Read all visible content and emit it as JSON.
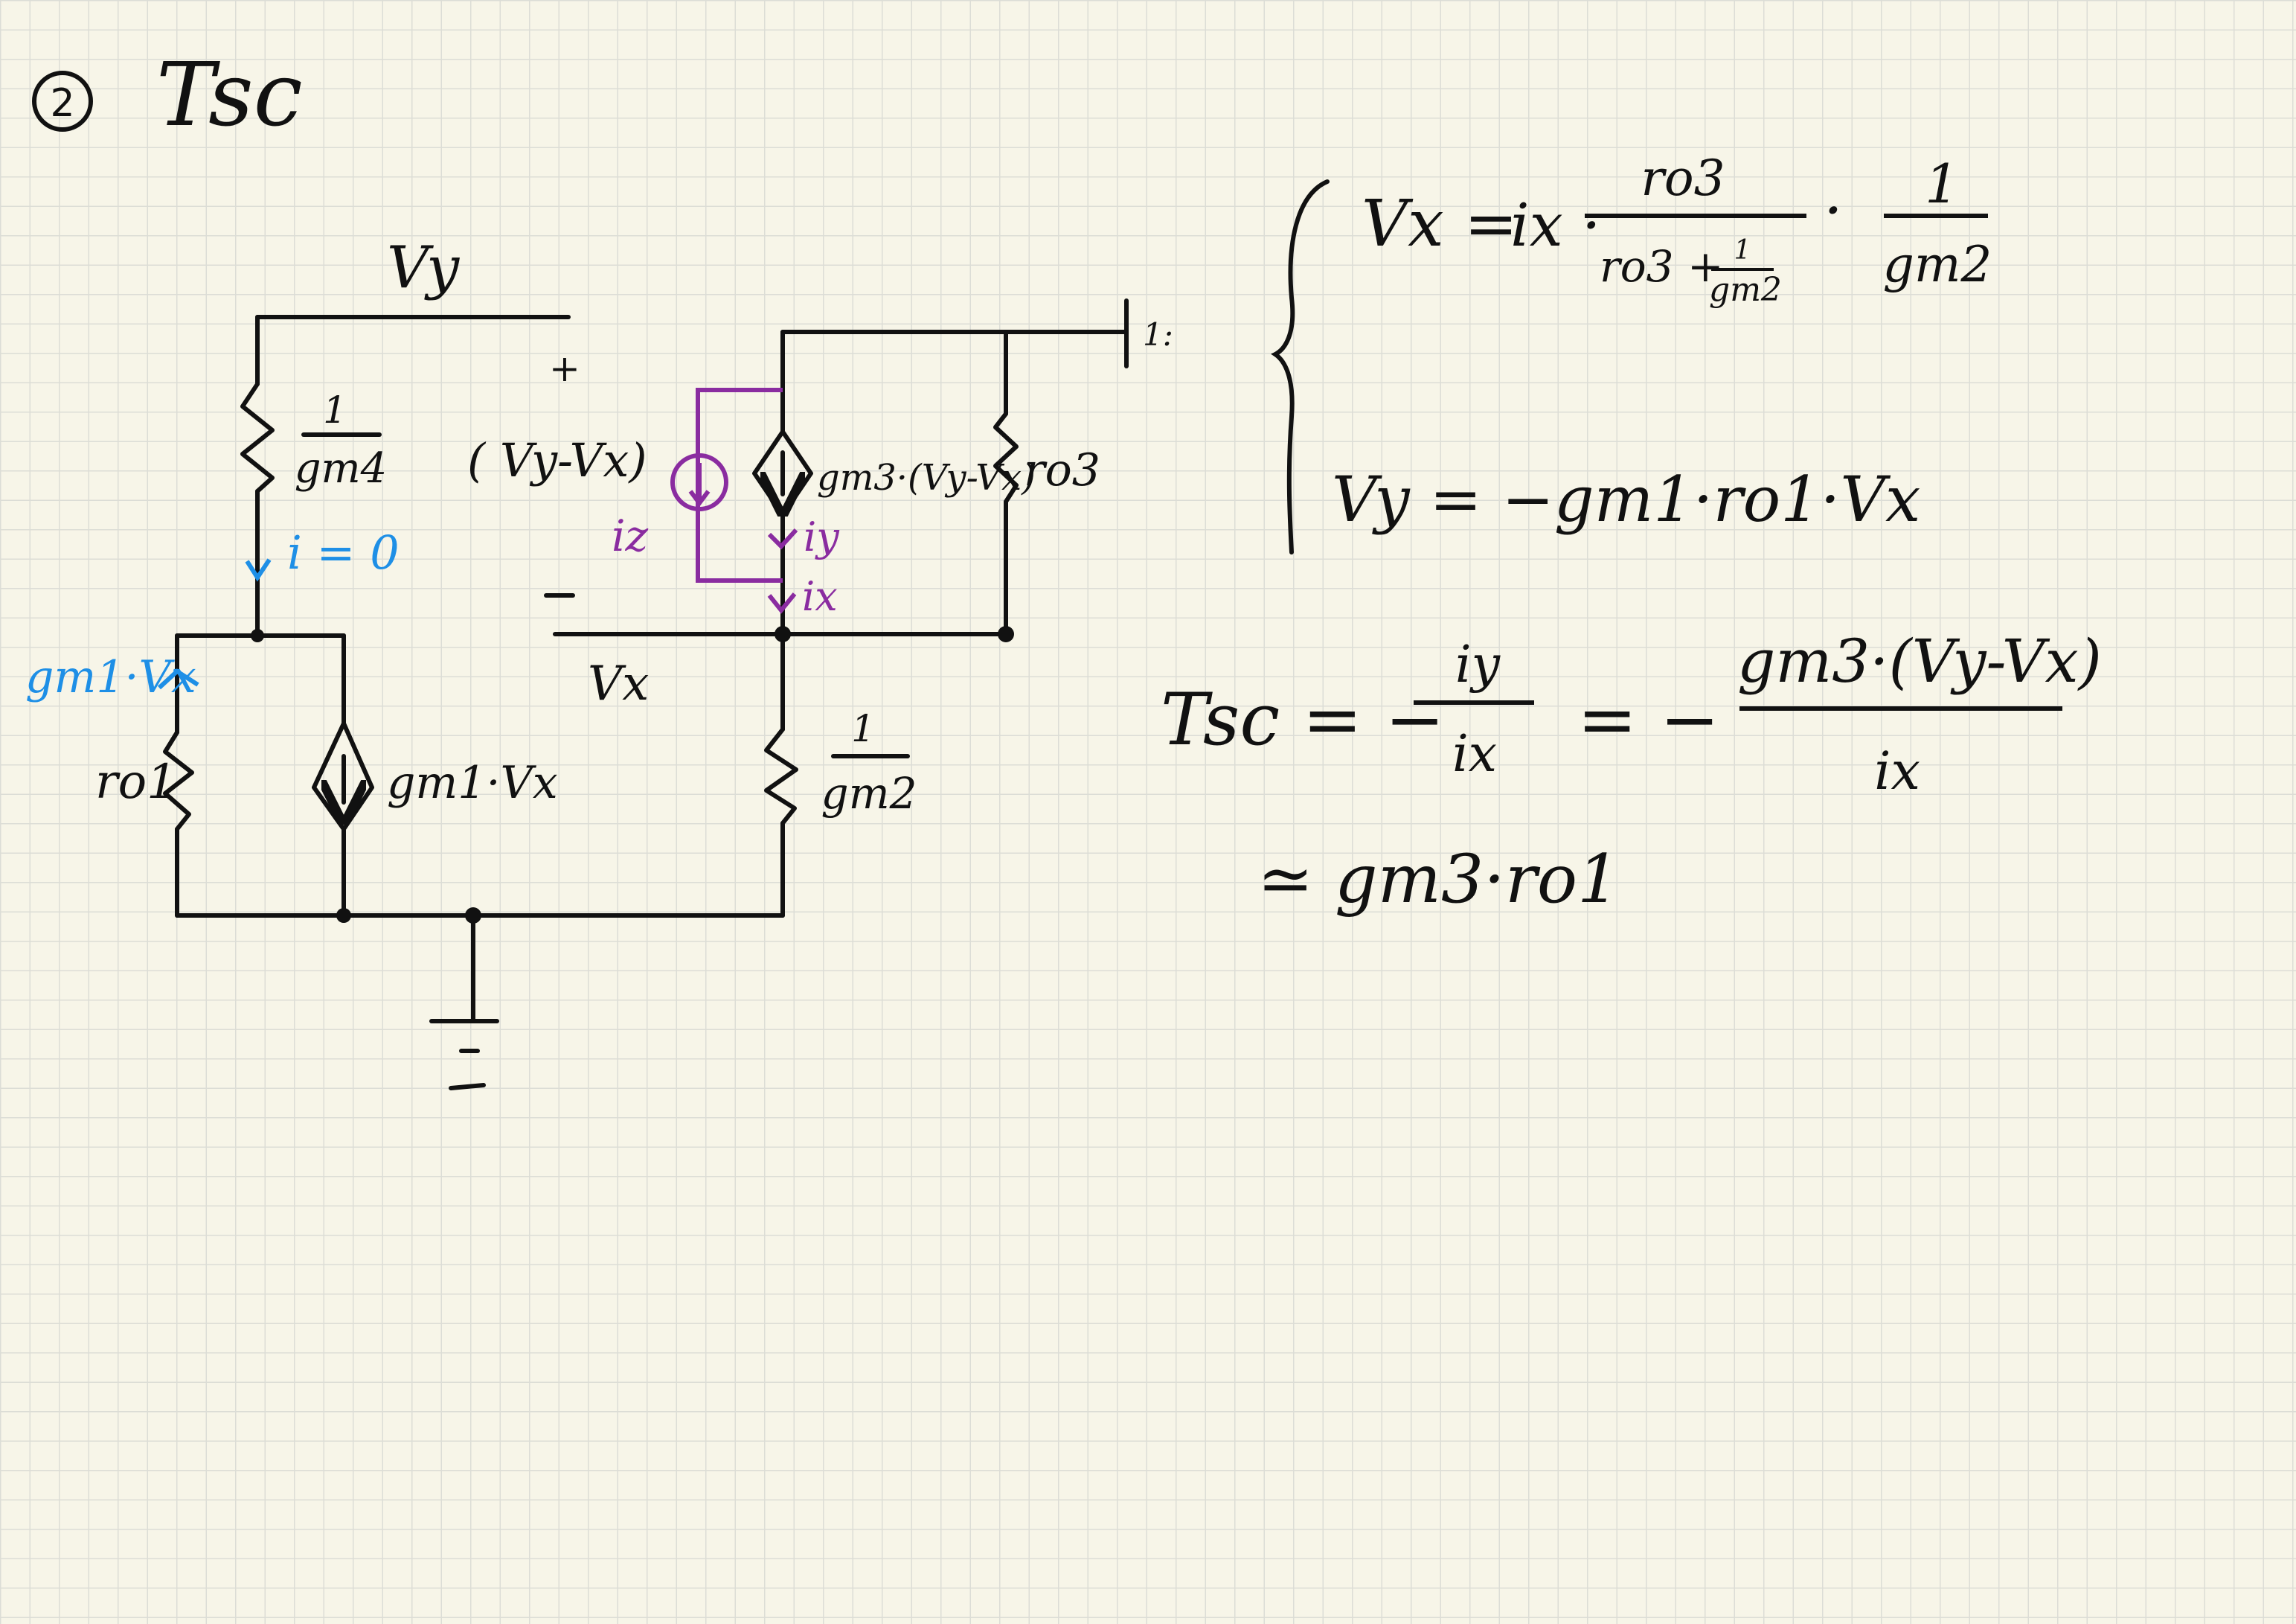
{
  "colors": {
    "ink": "#111111",
    "blue": "#1e8fe6",
    "purple": "#8a2ca0",
    "paper": "#f7f5e8",
    "grid": "#dcddd6"
  },
  "heading": {
    "number": "2",
    "title": "Tsc"
  },
  "circuit": {
    "vy": "Vy",
    "plus": "+",
    "minus": "−",
    "vy_minus_vx": "( Vy-Vx)",
    "vx": "Vx",
    "gm4_num": "1",
    "gm4_den": "gm4",
    "i_zero": "i = 0",
    "gm1vx_blue": "gm1·Vx",
    "ro1": "ro1",
    "gm1vx_source": "gm1·Vx",
    "iz": "iz",
    "gm3_source": "gm3·(Vy-Vx)",
    "ro3": "ro3",
    "iy": "iy",
    "ix": "ix",
    "gm2_num": "1",
    "gm2_den": "gm2",
    "probe_label": "1:"
  },
  "equations": {
    "vx_lhs": "Vx =",
    "vx_ix": "ix ·",
    "vx_frac_num": "ro3",
    "vx_frac_den_a": "ro3 +",
    "vx_frac_den_one": "1",
    "vx_frac_den_gm": "gm2",
    "dot": "·",
    "vx_frac2_num": "1",
    "vx_frac2_den": "gm2",
    "vy_eq": "Vy = −gm1·ro1·Vx",
    "tsc_lhs": "Tsc = −",
    "tsc_frac_num": "iy",
    "tsc_frac_den": "ix",
    "tsc_mid": "= −",
    "tsc_frac2_num": "gm3·(Vy-Vx)",
    "tsc_frac2_den": "ix",
    "approx": "≃ gm3·ro1"
  }
}
